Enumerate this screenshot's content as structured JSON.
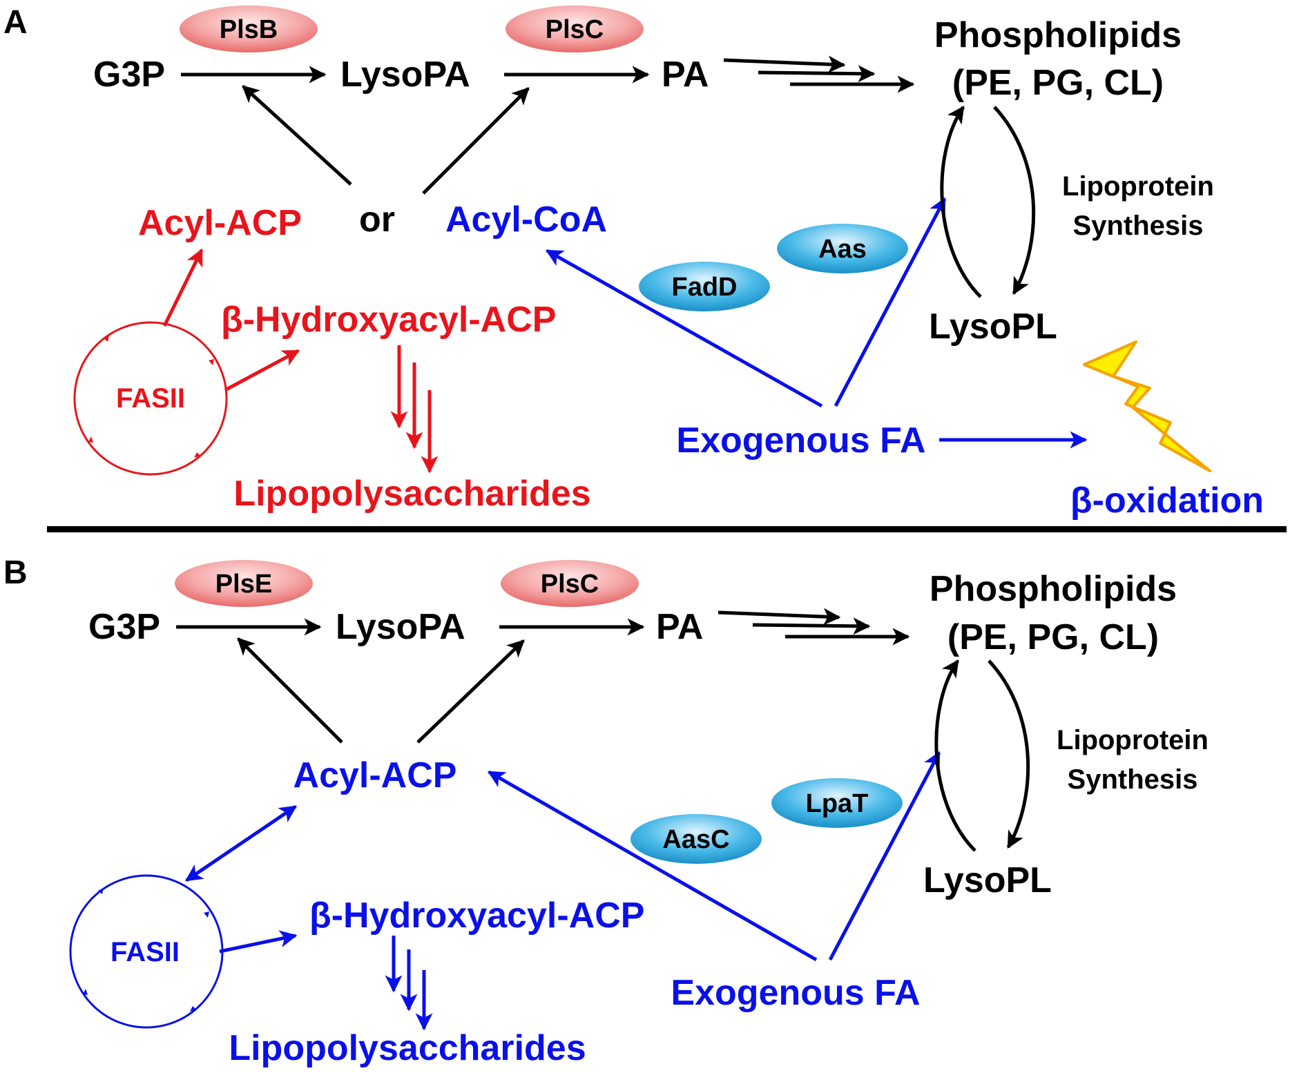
{
  "colors": {
    "black": "#000000",
    "red": "#e8141b",
    "blue": "#0a10e8",
    "enzyme_red_fill": "#f4a6a6",
    "enzyme_blue_fill": "#49b9e8",
    "lightning_fill": "#ffee00",
    "lightning_stroke": "#f5a300"
  },
  "panel_a": {
    "label": "A",
    "g3p": "G3P",
    "lysopa": "LysoPA",
    "pa": "PA",
    "phospholipids": "Phospholipids",
    "phospholipid_types": "(PE, PG, CL)",
    "enzyme_1": "PlsB",
    "enzyme_2": "PlsC",
    "acyl_acp": "Acyl-ACP",
    "or": "or",
    "acyl_coa": "Acyl-CoA",
    "hydroxyacyl_acp": "β-Hydroxyacyl-ACP",
    "lipopolysaccharides": "Lipopolysaccharides",
    "fasii": "FASII",
    "fadd": "FadD",
    "aas": "Aas",
    "lipoprotein": "Lipoprotein",
    "synthesis": "Synthesis",
    "lysopl": "LysoPL",
    "exogenous_fa": "Exogenous FA",
    "beta_oxidation": "β-oxidation"
  },
  "panel_b": {
    "label": "B",
    "g3p": "G3P",
    "lysopa": "LysoPA",
    "pa": "PA",
    "phospholipids": "Phospholipids",
    "phospholipid_types": "(PE, PG, CL)",
    "enzyme_1": "PlsE",
    "enzyme_2": "PlsC",
    "acyl_acp": "Acyl-ACP",
    "hydroxyacyl_acp": "β-Hydroxyacyl-ACP",
    "lipopolysaccharides": "Lipopolysaccharides",
    "fasii": "FASII",
    "aasc": "AasC",
    "lpat": "LpaT",
    "lipoprotein": "Lipoprotein",
    "synthesis": "Synthesis",
    "lysopl": "LysoPL",
    "exogenous_fa": "Exogenous FA"
  }
}
